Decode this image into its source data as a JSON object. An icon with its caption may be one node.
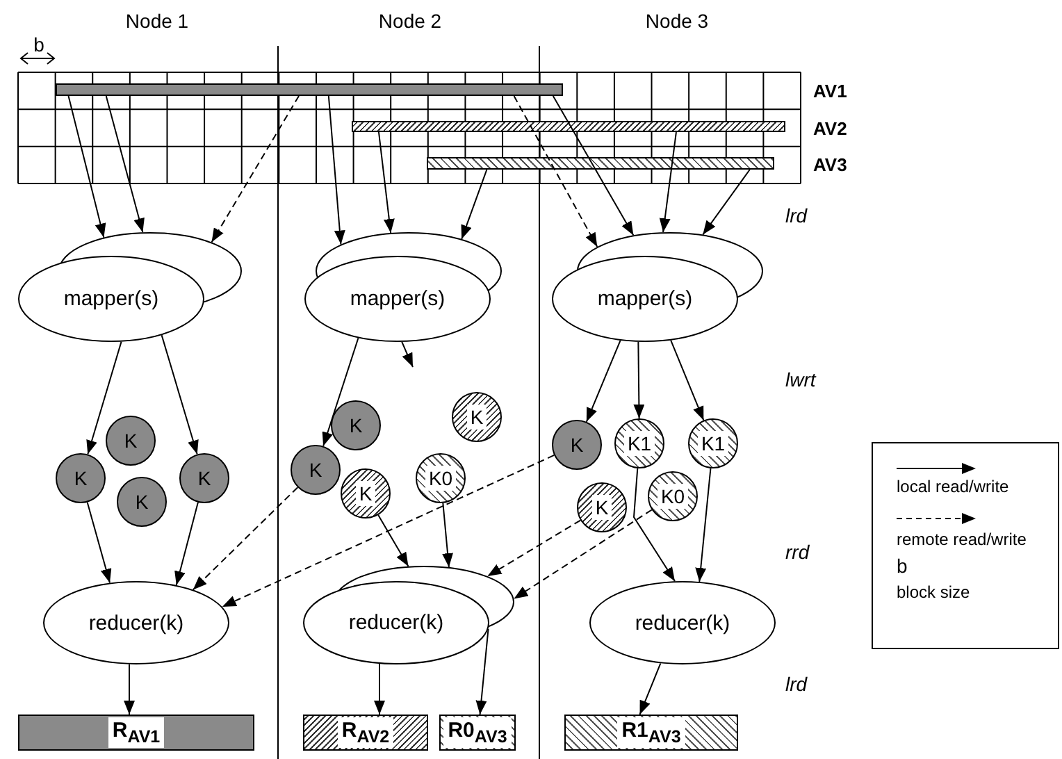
{
  "diagram": {
    "nodes": [
      {
        "text": [],
        "shape": "bar"
      },
      {
        "text": [],
        "shape": "bar"
      },
      {
        "text": [],
        "shape": "bar"
      },
      {
        "text": [
          "mapper(s)"
        ]
      },
      {
        "text": [
          "mapper(s)"
        ]
      },
      {
        "text": [
          "mapper(s)"
        ]
      },
      {
        "text": [
          "K"
        ]
      },
      {
        "text": [
          "K"
        ]
      },
      {
        "text": [
          "K"
        ]
      },
      {
        "text": [
          "K"
        ]
      },
      {
        "text": [
          "K"
        ]
      },
      {
        "text": [
          "K"
        ]
      },
      {
        "text": [
          "K"
        ]
      },
      {
        "text": [
          "K0"
        ]
      },
      {
        "text": [
          "K"
        ]
      },
      {
        "text": [
          "K"
        ]
      },
      {
        "text": [
          "K1"
        ]
      },
      {
        "text": [
          "K1"
        ]
      },
      {
        "text": [
          "K"
        ]
      },
      {
        "text": [
          "K0"
        ]
      },
      {
        "text": [
          "reducer(k)"
        ]
      },
      {
        "text": [
          "reducer(k)"
        ]
      },
      {
        "text": [
          "reducer(k)"
        ]
      },
      {
        "text": [
          "R$_{AV1}$"
        ]
      },
      {
        "text": [
          "R$_{AV2}$"
        ]
      },
      {
        "text": [
          "R0$_{AV3}$"
        ]
      },
      {
        "text": [
          "R1$_{AV3}$"
        ]
      }
    ],
    "edges": [
      {
        "from": 0,
        "to": 3,
        "arrow": "to"
      },
      {
        "from": 0,
        "to": 3,
        "arrow": "to"
      },
      {
        "from": 0,
        "to": 3,
        "arrow": "to",
        "style": "dashed"
      },
      {
        "from": 0,
        "to": 4,
        "arrow": "to"
      },
      {
        "from": 1,
        "to": 4,
        "arrow": "to"
      },
      {
        "from": 2,
        "to": 4,
        "arrow": "to"
      },
      {
        "from": 0,
        "to": 5,
        "arrow": "to",
        "style": "dashed"
      },
      {
        "from": 0,
        "to": 5,
        "arrow": "to"
      },
      {
        "from": 1,
        "to": 5,
        "arrow": "to"
      },
      {
        "from": 2,
        "to": 5,
        "arrow": "to"
      },
      {
        "from": 3,
        "to": 7,
        "arrow": "to"
      },
      {
        "from": 3,
        "to": 8,
        "arrow": "to"
      },
      {
        "from": 4,
        "to": 12,
        "arrow": "to"
      },
      {
        "from": 4,
        "to": null,
        "arrow": "to"
      },
      {
        "from": 5,
        "to": 15,
        "arrow": "to"
      },
      {
        "from": 5,
        "to": 16,
        "arrow": "to"
      },
      {
        "from": 5,
        "to": 17,
        "arrow": "to"
      },
      {
        "from": 7,
        "to": 20,
        "arrow": "to"
      },
      {
        "from": 8,
        "to": 20,
        "arrow": "to"
      },
      {
        "from": 12,
        "to": 20,
        "arrow": "to",
        "style": "dashed"
      },
      {
        "from": 15,
        "to": 20,
        "arrow": "to",
        "style": "dashed"
      },
      {
        "from": 14,
        "to": 21,
        "arrow": "to"
      },
      {
        "from": 13,
        "to": 21,
        "arrow": "to"
      },
      {
        "from": 18,
        "to": 21,
        "arrow": "to",
        "style": "dashed"
      },
      {
        "from": 19,
        "to": 21,
        "arrow": "to",
        "style": "dashed"
      },
      {
        "from": 16,
        "to": 22,
        "arrow": "to"
      },
      {
        "from": 17,
        "to": 22,
        "arrow": "to"
      },
      {
        "from": 20,
        "to": 23,
        "arrow": "to"
      },
      {
        "from": 21,
        "to": 24,
        "arrow": "to"
      },
      {
        "from": 21,
        "to": 25,
        "arrow": "to"
      },
      {
        "from": 22,
        "to": 26,
        "arrow": "to"
      }
    ],
    "labels": [
      "Node 1",
      "Node 2",
      "Node 3",
      "b",
      "AV1",
      "AV2",
      "AV3",
      "lrd",
      "lwrt",
      "rrd",
      "lrd",
      "b"
    ],
    "legend": [
      {
        "text": "local read/write"
      },
      {
        "text": "remote read/write"
      },
      {
        "text": "block size"
      }
    ]
  }
}
